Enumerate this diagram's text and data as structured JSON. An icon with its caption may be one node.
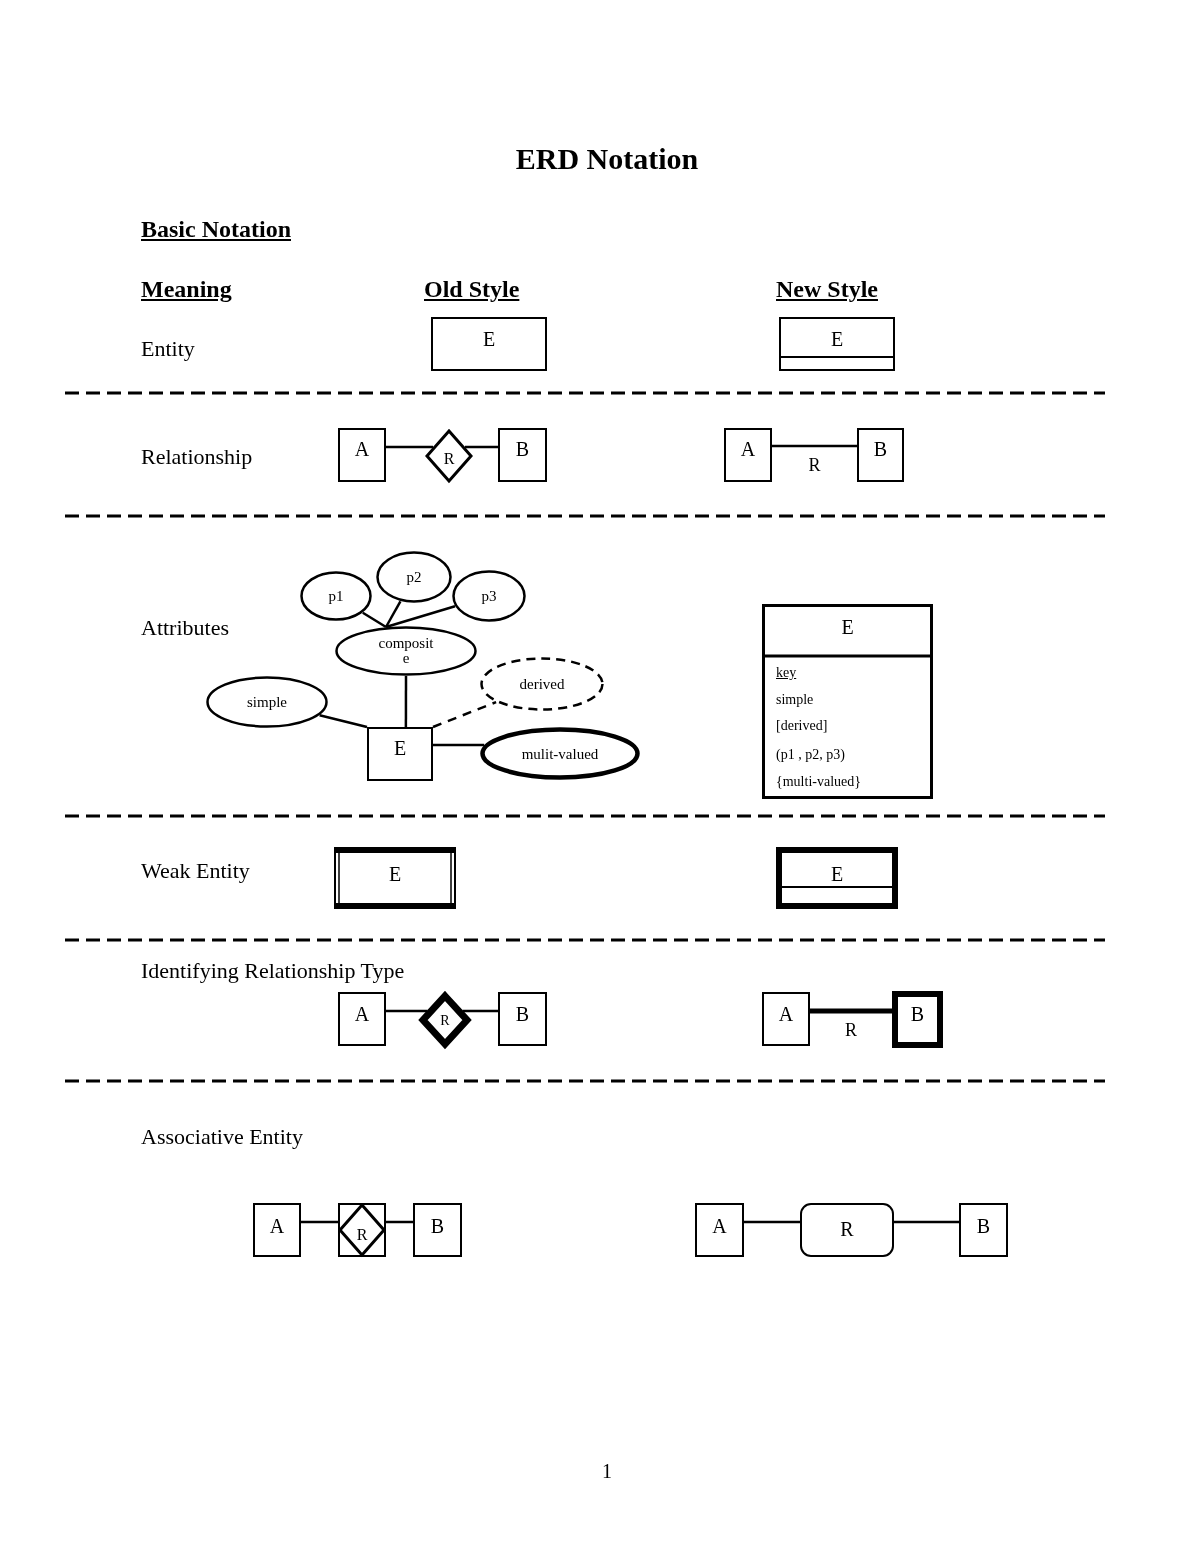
{
  "diagram": {
    "title": "ERD Notation",
    "nodes": [
      {
        "text": [
          "E"
        ]
      },
      {
        "text": [
          "E"
        ]
      },
      {
        "text": [
          "A"
        ]
      },
      {
        "text": [
          "R"
        ]
      },
      {
        "text": [
          "B"
        ]
      },
      {
        "text": [
          "A"
        ]
      },
      {
        "text": [
          "B"
        ]
      },
      {
        "text": [
          "p1"
        ]
      },
      {
        "text": [
          "p2"
        ]
      },
      {
        "text": [
          "p3"
        ]
      },
      {
        "text": [
          "composit e"
        ]
      },
      {
        "text": [
          "derived"
        ]
      },
      {
        "text": [
          "simple"
        ]
      },
      {
        "text": [
          "E"
        ]
      },
      {
        "text": [
          "mulit-valued"
        ]
      },
      {
        "text": [
          "E",
          "key",
          "simple",
          "[derived]",
          "(p1 , p2, p3)",
          "{multi-valued}"
        ]
      },
      {
        "text": [
          "E"
        ]
      },
      {
        "text": [
          "E"
        ]
      },
      {
        "text": [
          "A"
        ]
      },
      {
        "text": [
          "R"
        ]
      },
      {
        "text": [
          "B"
        ]
      },
      {
        "text": [
          "A"
        ]
      },
      {
        "text": [
          "B"
        ]
      },
      {
        "text": [
          "A"
        ]
      },
      {
        "text": [
          "R"
        ]
      },
      {
        "text": [
          "B"
        ]
      },
      {
        "text": [
          "A"
        ]
      },
      {
        "text": [
          "R"
        ]
      },
      {
        "text": [
          "B"
        ]
      }
    ],
    "edges": [
      {
        "from": 2,
        "to": 3,
        "arrow": "none"
      },
      {
        "from": 3,
        "to": 4,
        "arrow": "none"
      },
      {
        "from": 5,
        "to": 6,
        "arrow": "none",
        "label": "R"
      },
      {
        "from": 7,
        "to": 10,
        "arrow": "none"
      },
      {
        "from": 8,
        "to": 10,
        "arrow": "none"
      },
      {
        "from": 9,
        "to": 10,
        "arrow": "none"
      },
      {
        "from": 10,
        "to": 13,
        "arrow": "none"
      },
      {
        "from": 13,
        "to": 11,
        "arrow": "none",
        "style": "dashed"
      },
      {
        "from": 12,
        "to": 13,
        "arrow": "none"
      },
      {
        "from": 13,
        "to": 14,
        "arrow": "none"
      },
      {
        "from": 18,
        "to": 19,
        "arrow": "none"
      },
      {
        "from": 19,
        "to": 20,
        "arrow": "none"
      },
      {
        "from": 21,
        "to": 22,
        "arrow": "none",
        "label": "R",
        "style": "thick"
      },
      {
        "from": 23,
        "to": 24,
        "arrow": "none"
      },
      {
        "from": 24,
        "to": 25,
        "arrow": "none"
      },
      {
        "from": 26,
        "to": 27,
        "arrow": "none"
      },
      {
        "from": 27,
        "to": 28,
        "arrow": "none"
      }
    ],
    "labels": [
      "Basic Notation",
      "Meaning",
      "Old Style",
      "New Style",
      "Entity",
      "Relationship",
      "Attributes",
      "Weak Entity",
      "Identifying Relationship Type",
      "Associative Entity",
      "1"
    ]
  }
}
